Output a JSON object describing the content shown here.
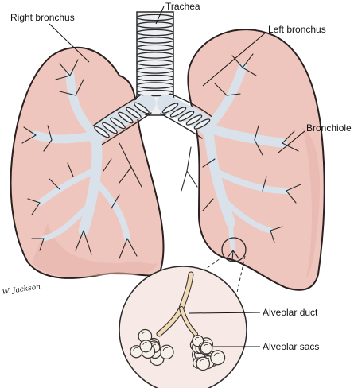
{
  "diagram": {
    "labels": {
      "trachea": "Trachea",
      "right_bronchus": "Right bronchus",
      "left_bronchus": "Left bronchus",
      "bronchiole": "Bronchiole",
      "alveolar_duct": "Alveolar duct",
      "alveolar_sacs": "Alveolar sacs"
    },
    "signature": "W. Jackson",
    "colors": {
      "lung_tissue": "#efc6bd",
      "airway": "#d9e2ea",
      "outline": "#2a2020",
      "inset_background": "#f7e9e6"
    }
  }
}
